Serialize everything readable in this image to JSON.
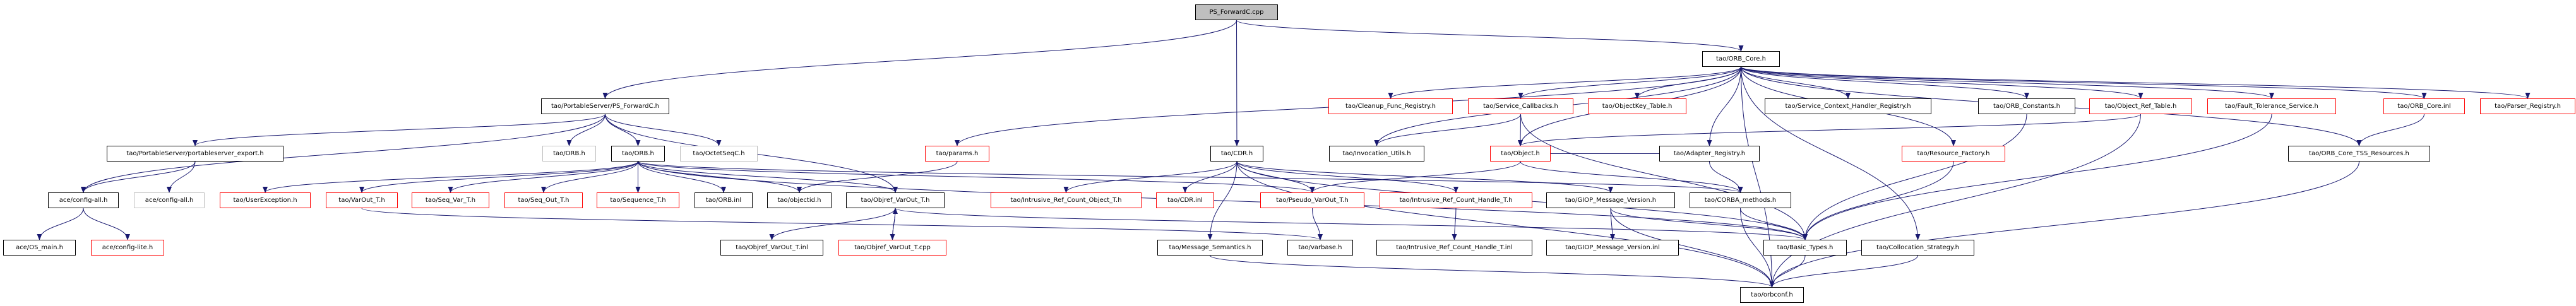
{
  "title": "PS_ForwardC.cpp include dependency graph",
  "colors": {
    "edge": "#191970",
    "normal_border": "#000000",
    "missing_border": "#ff0000",
    "external_border": "#bfbfbf",
    "root_fill": "#bfbfbf"
  },
  "nodes": [
    {
      "id": "root",
      "label": "PS_ForwardC.cpp",
      "kind": "root"
    },
    {
      "id": "ps_forwardc_h",
      "label": "tao/PortableServer/PS_ForwardC.h",
      "kind": "normal"
    },
    {
      "id": "orb_core_h",
      "label": "tao/ORB_Core.h",
      "kind": "normal"
    },
    {
      "id": "pse_export",
      "label": "tao/PortableServer/portableserver_export.h",
      "kind": "normal"
    },
    {
      "id": "orb_h_ext",
      "label": "tao/ORB.h",
      "kind": "external"
    },
    {
      "id": "orb_h",
      "label": "tao/ORB.h",
      "kind": "normal"
    },
    {
      "id": "octetseqc",
      "label": "tao/OctetSeqC.h",
      "kind": "external"
    },
    {
      "id": "params",
      "label": "tao/params.h",
      "kind": "missing"
    },
    {
      "id": "cdr_h",
      "label": "tao/CDR.h",
      "kind": "normal"
    },
    {
      "id": "cleanup",
      "label": "tao/Cleanup_Func_Registry.h",
      "kind": "missing"
    },
    {
      "id": "svc_cb",
      "label": "tao/Service_Callbacks.h",
      "kind": "missing"
    },
    {
      "id": "objkey_tbl",
      "label": "tao/ObjectKey_Table.h",
      "kind": "missing"
    },
    {
      "id": "svc_ctx",
      "label": "tao/Service_Context_Handler_Registry.h",
      "kind": "normal"
    },
    {
      "id": "orb_consts",
      "label": "tao/ORB_Constants.h",
      "kind": "normal"
    },
    {
      "id": "objref_tbl",
      "label": "tao/Object_Ref_Table.h",
      "kind": "missing"
    },
    {
      "id": "fault_tol",
      "label": "tao/Fault_Tolerance_Service.h",
      "kind": "missing"
    },
    {
      "id": "orb_core_inl",
      "label": "tao/ORB_Core.inl",
      "kind": "missing"
    },
    {
      "id": "parser_reg",
      "label": "tao/Parser_Registry.h",
      "kind": "missing"
    },
    {
      "id": "invoc_utils",
      "label": "tao/Invocation_Utils.h",
      "kind": "normal"
    },
    {
      "id": "object_h",
      "label": "tao/Object.h",
      "kind": "missing"
    },
    {
      "id": "adapter_reg",
      "label": "tao/Adapter_Registry.h",
      "kind": "normal"
    },
    {
      "id": "resource_fac",
      "label": "tao/Resource_Factory.h",
      "kind": "missing"
    },
    {
      "id": "tss_res",
      "label": "tao/ORB_Core_TSS_Resources.h",
      "kind": "normal"
    },
    {
      "id": "cfg_all",
      "label": "ace/config-all.h",
      "kind": "normal"
    },
    {
      "id": "cfg_all_ext",
      "label": "ace/config-all.h",
      "kind": "external"
    },
    {
      "id": "user_exc",
      "label": "tao/UserException.h",
      "kind": "missing"
    },
    {
      "id": "varout_t",
      "label": "tao/VarOut_T.h",
      "kind": "missing"
    },
    {
      "id": "seq_var_t",
      "label": "tao/Seq_Var_T.h",
      "kind": "missing"
    },
    {
      "id": "seq_out_t",
      "label": "tao/Seq_Out_T.h",
      "kind": "missing"
    },
    {
      "id": "sequence_t",
      "label": "tao/Sequence_T.h",
      "kind": "missing"
    },
    {
      "id": "orb_inl",
      "label": "tao/ORB.inl",
      "kind": "normal"
    },
    {
      "id": "objectid",
      "label": "tao/objectid.h",
      "kind": "normal"
    },
    {
      "id": "objref_varout_h",
      "label": "tao/Objref_VarOut_T.h",
      "kind": "normal"
    },
    {
      "id": "irc_object_t",
      "label": "tao/Intrusive_Ref_Count_Object_T.h",
      "kind": "missing"
    },
    {
      "id": "cdr_inl",
      "label": "tao/CDR.inl",
      "kind": "missing"
    },
    {
      "id": "pseudo_varout",
      "label": "tao/Pseudo_VarOut_T.h",
      "kind": "missing"
    },
    {
      "id": "irc_handle_h",
      "label": "tao/Intrusive_Ref_Count_Handle_T.h",
      "kind": "missing"
    },
    {
      "id": "giop_ver_h",
      "label": "tao/GIOP_Message_Version.h",
      "kind": "normal"
    },
    {
      "id": "corba_methods",
      "label": "tao/CORBA_methods.h",
      "kind": "normal"
    },
    {
      "id": "os_main",
      "label": "ace/OS_main.h",
      "kind": "normal"
    },
    {
      "id": "cfg_lite",
      "label": "ace/config-lite.h",
      "kind": "missing"
    },
    {
      "id": "objref_varout_inl",
      "label": "tao/Objref_VarOut_T.inl",
      "kind": "normal"
    },
    {
      "id": "objref_varout_cpp",
      "label": "tao/Objref_VarOut_T.cpp",
      "kind": "missing"
    },
    {
      "id": "msg_semantics",
      "label": "tao/Message_Semantics.h",
      "kind": "normal"
    },
    {
      "id": "varbase",
      "label": "tao/varbase.h",
      "kind": "normal"
    },
    {
      "id": "irc_handle_inl",
      "label": "tao/Intrusive_Ref_Count_Handle_T.inl",
      "kind": "normal"
    },
    {
      "id": "giop_ver_inl",
      "label": "tao/GIOP_Message_Version.inl",
      "kind": "normal"
    },
    {
      "id": "basic_types",
      "label": "tao/Basic_Types.h",
      "kind": "normal"
    },
    {
      "id": "colloc_strat",
      "label": "tao/Collocation_Strategy.h",
      "kind": "normal"
    },
    {
      "id": "orbconf",
      "label": "tao/orbconf.h",
      "kind": "normal"
    }
  ],
  "edges": [
    [
      "root",
      "ps_forwardc_h"
    ],
    [
      "root",
      "cdr_h"
    ],
    [
      "root",
      "orb_core_h"
    ],
    [
      "ps_forwardc_h",
      "cfg_all"
    ],
    [
      "ps_forwardc_h",
      "pse_export"
    ],
    [
      "ps_forwardc_h",
      "orb_h_ext"
    ],
    [
      "ps_forwardc_h",
      "orb_h"
    ],
    [
      "ps_forwardc_h",
      "octetseqc"
    ],
    [
      "ps_forwardc_h",
      "objref_varout_h"
    ],
    [
      "pse_export",
      "cfg_all"
    ],
    [
      "pse_export",
      "cfg_all_ext"
    ],
    [
      "cfg_all",
      "os_main"
    ],
    [
      "cfg_all",
      "cfg_lite"
    ],
    [
      "orb_h",
      "user_exc"
    ],
    [
      "orb_h",
      "varout_t"
    ],
    [
      "orb_h",
      "seq_var_t"
    ],
    [
      "orb_h",
      "seq_out_t"
    ],
    [
      "orb_h",
      "sequence_t"
    ],
    [
      "orb_h",
      "orb_inl"
    ],
    [
      "orb_h",
      "objectid"
    ],
    [
      "orb_h",
      "objref_varout_h"
    ],
    [
      "orb_h",
      "pseudo_varout"
    ],
    [
      "orb_h",
      "corba_methods"
    ],
    [
      "orb_h",
      "basic_types"
    ],
    [
      "objref_varout_h",
      "objref_varout_inl"
    ],
    [
      "objref_varout_h",
      "objref_varout_cpp"
    ],
    [
      "objref_varout_cpp",
      "objref_varout_h"
    ],
    [
      "objref_varout_h",
      "basic_types"
    ],
    [
      "params",
      "objectid"
    ],
    [
      "cdr_h",
      "irc_object_t"
    ],
    [
      "cdr_h",
      "cdr_inl"
    ],
    [
      "cdr_h",
      "msg_semantics"
    ],
    [
      "cdr_h",
      "irc_handle_h"
    ],
    [
      "cdr_h",
      "giop_ver_h"
    ],
    [
      "cdr_h",
      "orbconf"
    ],
    [
      "cdr_h",
      "basic_types"
    ],
    [
      "cdr_h",
      "pseudo_varout"
    ],
    [
      "orb_core_h",
      "params"
    ],
    [
      "orb_core_h",
      "cleanup"
    ],
    [
      "orb_core_h",
      "svc_cb"
    ],
    [
      "orb_core_h",
      "objkey_tbl"
    ],
    [
      "orb_core_h",
      "svc_ctx"
    ],
    [
      "orb_core_h",
      "orb_consts"
    ],
    [
      "orb_core_h",
      "objref_tbl"
    ],
    [
      "orb_core_h",
      "fault_tol"
    ],
    [
      "orb_core_h",
      "orb_core_inl"
    ],
    [
      "orb_core_h",
      "parser_reg"
    ],
    [
      "orb_core_h",
      "tss_res"
    ],
    [
      "orb_core_h",
      "invoc_utils"
    ],
    [
      "orb_core_h",
      "object_h"
    ],
    [
      "orb_core_h",
      "adapter_reg"
    ],
    [
      "orb_core_h",
      "resource_fac"
    ],
    [
      "orb_core_h",
      "colloc_strat"
    ],
    [
      "orb_core_h",
      "orbconf"
    ],
    [
      "svc_cb",
      "invoc_utils"
    ],
    [
      "svc_cb",
      "object_h"
    ],
    [
      "svc_cb",
      "basic_types"
    ],
    [
      "object_h",
      "pseudo_varout"
    ],
    [
      "object_h",
      "corba_methods"
    ],
    [
      "adapter_reg",
      "corba_methods"
    ],
    [
      "adapter_reg",
      "object_h"
    ],
    [
      "pseudo_varout",
      "varbase"
    ],
    [
      "irc_handle_h",
      "irc_handle_inl"
    ],
    [
      "giop_ver_h",
      "giop_ver_inl"
    ],
    [
      "giop_ver_h",
      "basic_types"
    ],
    [
      "giop_ver_h",
      "orbconf"
    ],
    [
      "corba_methods",
      "basic_types"
    ],
    [
      "corba_methods",
      "orbconf"
    ],
    [
      "basic_types",
      "orbconf"
    ],
    [
      "colloc_strat",
      "orbconf"
    ],
    [
      "orb_consts",
      "basic_types"
    ],
    [
      "objref_tbl",
      "object_h"
    ],
    [
      "objref_tbl",
      "orbconf"
    ],
    [
      "fault_tol",
      "basic_types"
    ],
    [
      "resource_fac",
      "basic_types"
    ],
    [
      "orb_core_inl",
      "tss_res"
    ],
    [
      "tss_res",
      "orbconf"
    ],
    [
      "msg_semantics",
      "orbconf"
    ],
    [
      "varout_t",
      "varbase"
    ]
  ]
}
